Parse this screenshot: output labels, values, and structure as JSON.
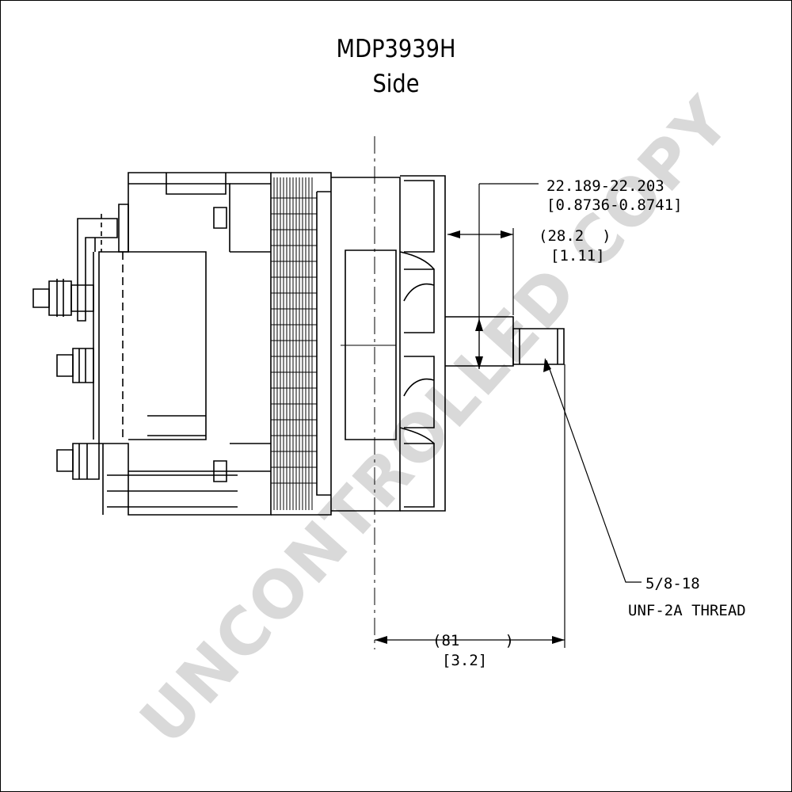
{
  "header": {
    "part_number": "MDP3939H",
    "view": "Side"
  },
  "dimensions": {
    "bore_diameter_mm": "22.189-22.203",
    "bore_diameter_in": "[0.8736-0.8741]",
    "flange_to_shaft_mm": "(28.2  )",
    "flange_to_shaft_in": "[1.11]",
    "overall_mm": "(81     )",
    "overall_in": "[3.2]"
  },
  "thread": {
    "size": "5/8-18",
    "spec": "UNF-2A THREAD"
  },
  "watermark": "UNCONTROLLED COPY",
  "colors": {
    "line": "#000000",
    "watermark": "#d9d9d9",
    "background": "#ffffff"
  }
}
